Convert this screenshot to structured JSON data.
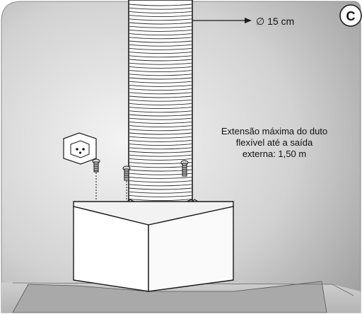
{
  "panel_label": "C",
  "duct_diameter_label": "∅ 15 cm",
  "duct_note": {
    "line1": "Extensão máxima do duto",
    "line2": "flexível até a saída",
    "line3": "externa: 1,50 m"
  },
  "colors": {
    "wall_light": "#dcdcdc",
    "wall_dark": "#9e9e9e",
    "outline": "#1a1a1a",
    "box_face": "#ffffff",
    "shadow": "#bdbdbd"
  }
}
